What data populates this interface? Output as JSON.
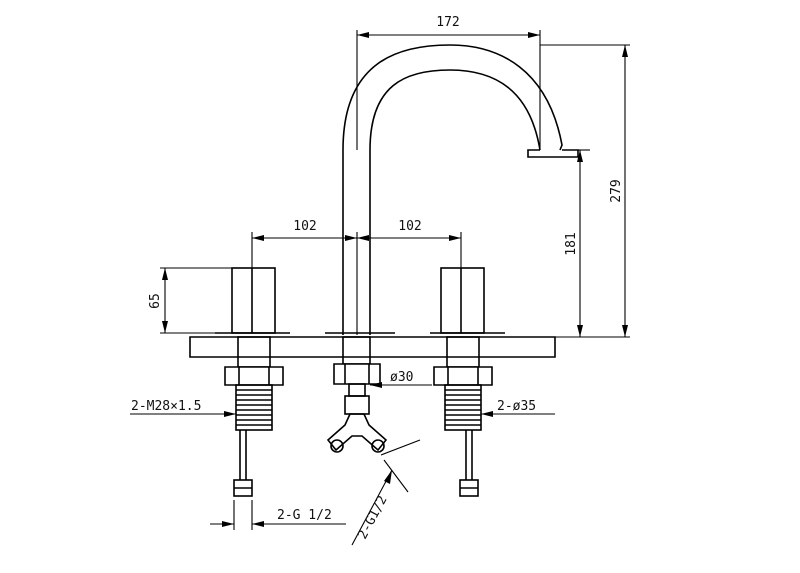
{
  "drawing": {
    "dimensions": {
      "spout_reach": "172",
      "left_spacing": "102",
      "right_spacing": "102",
      "total_height": "279",
      "spout_height": "181",
      "handle_height": "65"
    },
    "callouts": {
      "thread": "2-M28×1.5",
      "spout_diameter": "ø30",
      "handle_diameter": "2-ø35",
      "inlet_thread": "2-G 1/2",
      "spout_connection": "2-G1/2"
    }
  }
}
